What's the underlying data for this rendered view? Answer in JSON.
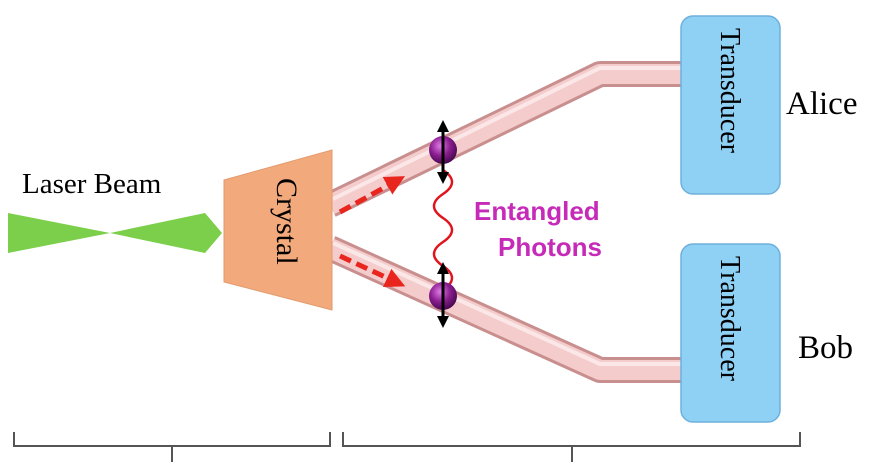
{
  "labels": {
    "laser_beam": "Laser Beam",
    "crystal": "Crystal",
    "entangled_line1": "Entangled",
    "entangled_line2": "Photons",
    "transducer_top": "Transducer",
    "transducer_bottom": "Transducer",
    "alice": "Alice",
    "bob": "Bob"
  },
  "colors": {
    "laser": "#7ccf4a",
    "crystal": "#f2a97b",
    "transducer": "#8fd0f5",
    "transducer_border": "#6fb0dc",
    "fiber": "#f2c4c4",
    "fiber_border": "#c98f8f",
    "photon": "#8a1e8f",
    "arrow_red": "#e8261e",
    "entangled_text": "#c62ab8",
    "wave": "#e0141e",
    "bracket": "#555555"
  }
}
